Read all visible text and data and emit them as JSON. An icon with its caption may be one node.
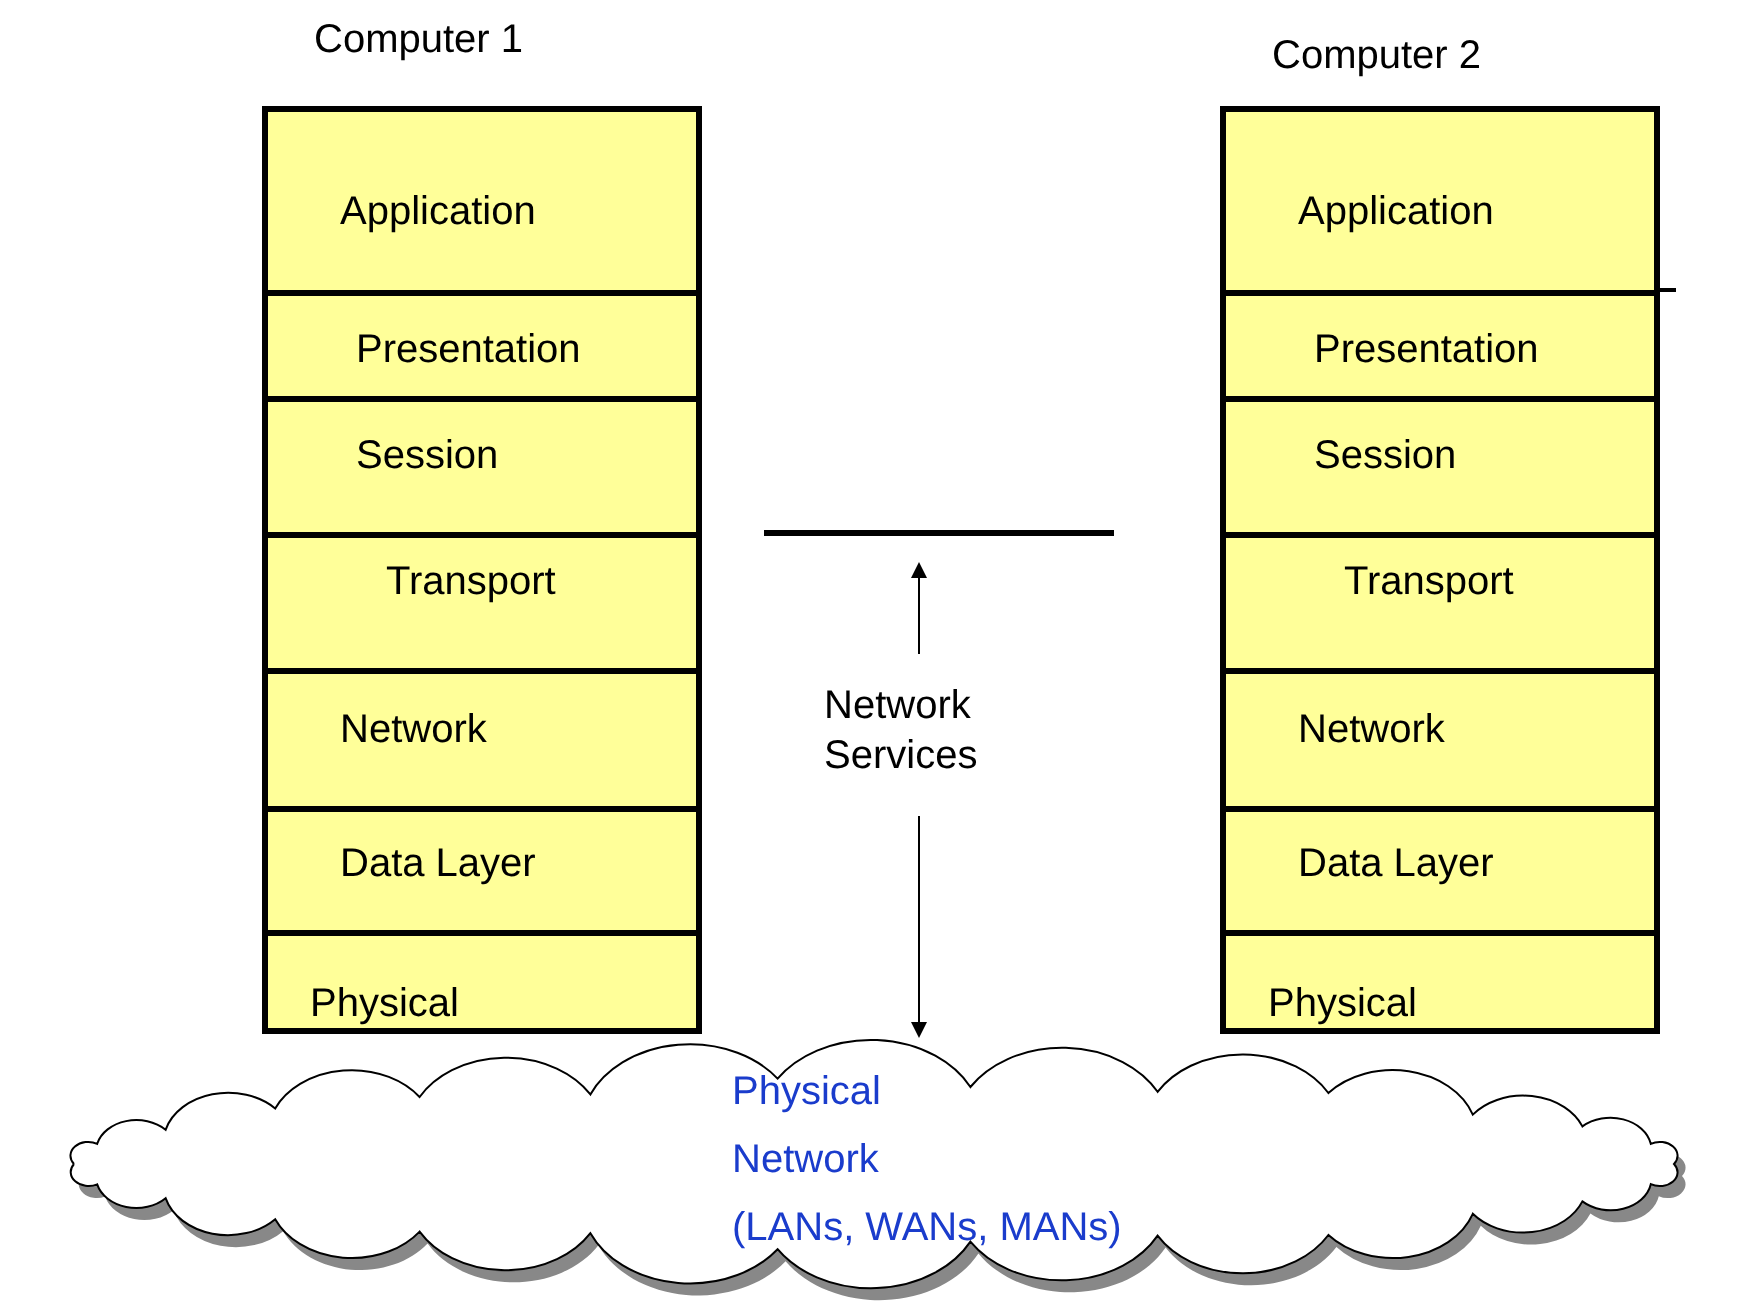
{
  "diagram": {
    "nodes": [
      {
        "text": [
          "Computer 1"
        ]
      },
      {
        "text": [
          "Application"
        ],
        "in": 0
      },
      {
        "text": [
          "Presentation"
        ],
        "in": 0
      },
      {
        "text": [
          "Session"
        ],
        "in": 0
      },
      {
        "text": [
          "Transport"
        ],
        "in": 0
      },
      {
        "text": [
          "Network"
        ],
        "in": 0
      },
      {
        "text": [
          "Data Layer"
        ],
        "in": 0
      },
      {
        "text": [
          "Physical"
        ],
        "in": 0
      },
      {
        "text": [
          "Computer 2"
        ]
      },
      {
        "text": [
          "Application"
        ],
        "in": 8
      },
      {
        "text": [
          "Presentation"
        ],
        "in": 8
      },
      {
        "text": [
          "Session"
        ],
        "in": 8
      },
      {
        "text": [
          "Transport"
        ],
        "in": 8
      },
      {
        "text": [
          "Network"
        ],
        "in": 8
      },
      {
        "text": [
          "Data Layer"
        ],
        "in": 8
      },
      {
        "text": [
          "Physical"
        ],
        "in": 8
      },
      {
        "text": [],
        "shape": "bar"
      },
      {
        "text": [
          "Network Services"
        ]
      },
      {
        "text": [
          "Physical",
          "Network",
          "(LANs, WANs, MANs)"
        ]
      }
    ],
    "edges": [
      {
        "from": 17,
        "to": 16,
        "arrow": "to"
      },
      {
        "from": 17,
        "to": 18,
        "arrow": "to"
      }
    ]
  }
}
